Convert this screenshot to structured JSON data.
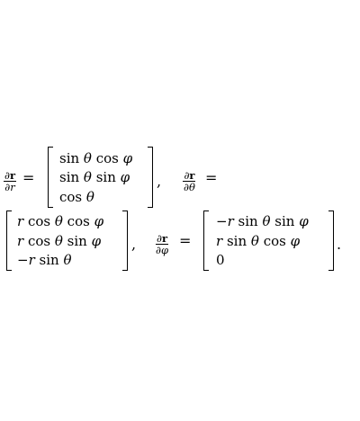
{
  "eq1": {
    "lhs": {
      "num": "∂r",
      "den": "∂r",
      "num_bold": "r",
      "den_var": "r"
    },
    "equals": "=",
    "matrix": [
      [
        {
          "t": "sin",
          "k": "fn"
        },
        {
          "t": " θ ",
          "k": "var"
        },
        {
          "t": "cos",
          "k": "fn"
        },
        {
          "t": " φ",
          "k": "var"
        }
      ],
      [
        {
          "t": "sin",
          "k": "fn"
        },
        {
          "t": " θ ",
          "k": "var"
        },
        {
          "t": "sin",
          "k": "fn"
        },
        {
          "t": " φ",
          "k": "var"
        }
      ],
      [
        {
          "t": "cos",
          "k": "fn"
        },
        {
          "t": " θ",
          "k": "var"
        }
      ]
    ],
    "comma": ","
  },
  "eq2": {
    "lhs": {
      "num": "∂r",
      "den": "∂θ"
    },
    "equals": "=",
    "matrix": [
      [
        {
          "t": "r ",
          "k": "var"
        },
        {
          "t": "cos",
          "k": "fn"
        },
        {
          "t": " θ ",
          "k": "var"
        },
        {
          "t": "cos",
          "k": "fn"
        },
        {
          "t": " φ",
          "k": "var"
        }
      ],
      [
        {
          "t": "r ",
          "k": "var"
        },
        {
          "t": "cos",
          "k": "fn"
        },
        {
          "t": " θ ",
          "k": "var"
        },
        {
          "t": "sin",
          "k": "fn"
        },
        {
          "t": " φ",
          "k": "var"
        }
      ],
      [
        {
          "t": "−",
          "k": "fn"
        },
        {
          "t": "r ",
          "k": "var"
        },
        {
          "t": "sin",
          "k": "fn"
        },
        {
          "t": " θ",
          "k": "var"
        }
      ]
    ],
    "comma": ","
  },
  "eq3": {
    "lhs": {
      "num": "∂r",
      "den": "∂φ"
    },
    "equals": "=",
    "matrix": [
      [
        {
          "t": "−",
          "k": "fn"
        },
        {
          "t": "r ",
          "k": "var"
        },
        {
          "t": "sin",
          "k": "fn"
        },
        {
          "t": " θ ",
          "k": "var"
        },
        {
          "t": "sin",
          "k": "fn"
        },
        {
          "t": " φ",
          "k": "var"
        }
      ],
      [
        {
          "t": "r ",
          "k": "var"
        },
        {
          "t": "sin",
          "k": "fn"
        },
        {
          "t": " θ ",
          "k": "var"
        },
        {
          "t": "cos",
          "k": "fn"
        },
        {
          "t": " φ",
          "k": "var"
        }
      ],
      [
        {
          "t": "0",
          "k": "fn"
        }
      ]
    ],
    "period": "."
  }
}
